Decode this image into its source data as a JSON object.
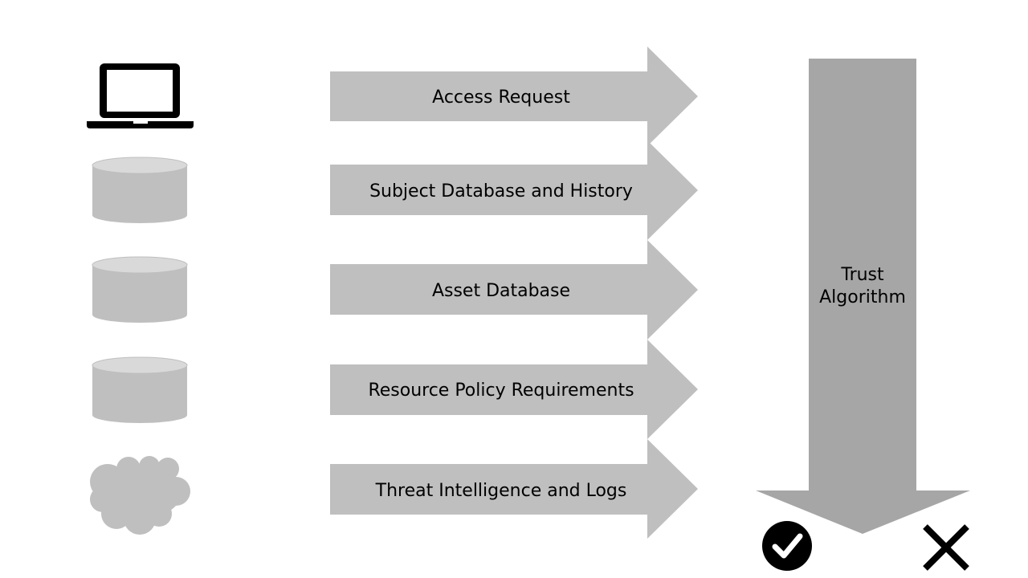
{
  "colors": {
    "arrow_fill": "#bfbfbf",
    "big_arrow_fill": "#a6a6a6",
    "db_body": "#bfbfbf",
    "db_top": "#d9d9d9",
    "icon_black": "#000000",
    "background": "#ffffff"
  },
  "sources": [
    {
      "icon": "laptop-icon",
      "label": "Access Request"
    },
    {
      "icon": "database-icon",
      "label": "Subject Database and History"
    },
    {
      "icon": "database-icon",
      "label": "Asset Database"
    },
    {
      "icon": "database-icon",
      "label": "Resource Policy Requirements"
    },
    {
      "icon": "cloud-icon",
      "label": "Threat Intelligence and Logs"
    }
  ],
  "trust_algorithm": {
    "line1": "Trust",
    "line2": "Algorithm"
  },
  "outcomes": {
    "allow_icon": "check-circle-icon",
    "deny_icon": "x-mark-icon"
  }
}
